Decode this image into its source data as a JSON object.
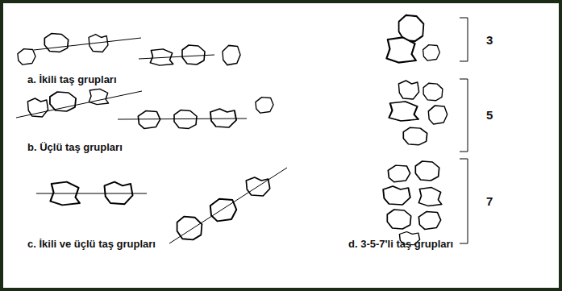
{
  "diagram": {
    "labels": [
      "a. İkili taş grupları",
      "b. Üçlü taş grupları",
      "c. İkili ve üçlü taş grupları",
      "d. 3-5-7'li taş grupları",
      "3",
      "5",
      "7"
    ]
  }
}
